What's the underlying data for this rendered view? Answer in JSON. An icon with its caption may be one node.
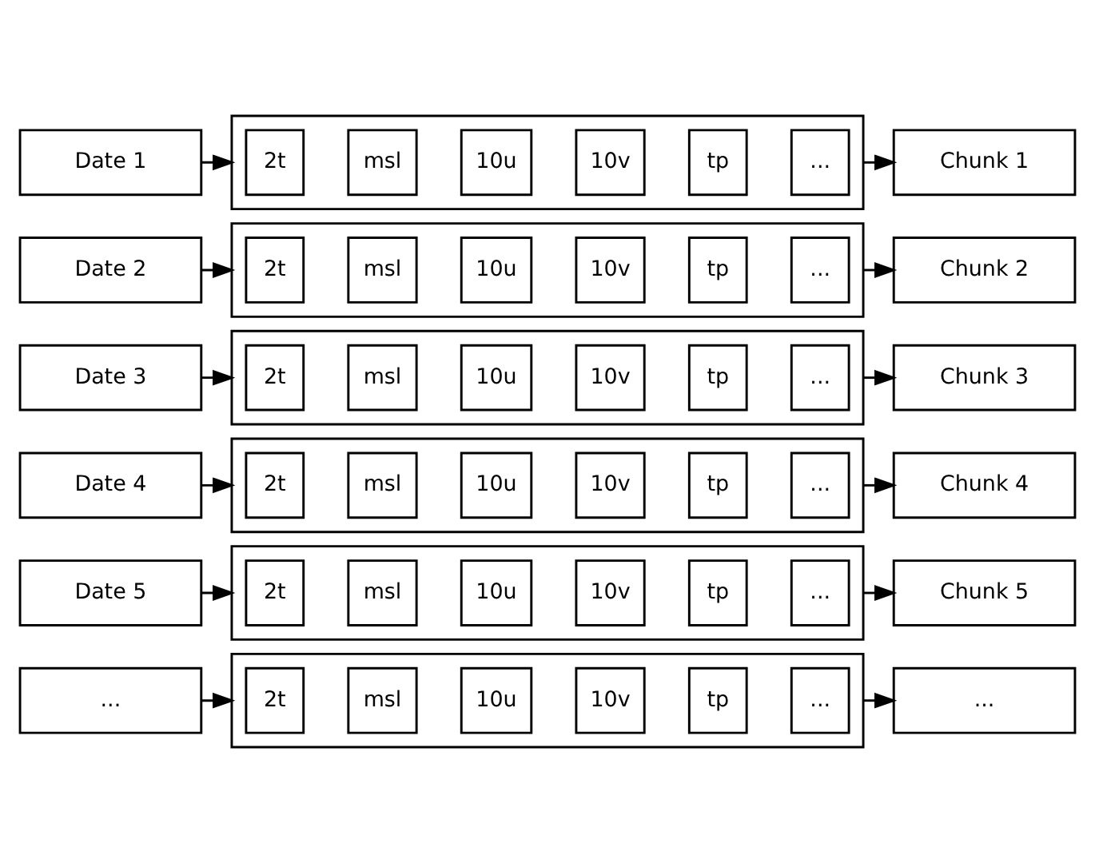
{
  "diagram": {
    "nodes": [
      {
        "text": [
          "Date 1"
        ]
      },
      {
        "text": [],
        "shape": "box"
      },
      {
        "text": [
          "2t"
        ],
        "in": 1
      },
      {
        "text": [
          "msl"
        ],
        "in": 1
      },
      {
        "text": [
          "10u"
        ],
        "in": 1
      },
      {
        "text": [
          "10v"
        ],
        "in": 1
      },
      {
        "text": [
          "tp"
        ],
        "in": 1
      },
      {
        "text": [
          "..."
        ],
        "in": 1
      },
      {
        "text": [
          "Chunk 1"
        ]
      },
      {
        "text": [
          "Date 2"
        ]
      },
      {
        "text": [],
        "shape": "box"
      },
      {
        "text": [
          "2t"
        ],
        "in": 10
      },
      {
        "text": [
          "msl"
        ],
        "in": 10
      },
      {
        "text": [
          "10u"
        ],
        "in": 10
      },
      {
        "text": [
          "10v"
        ],
        "in": 10
      },
      {
        "text": [
          "tp"
        ],
        "in": 10
      },
      {
        "text": [
          "..."
        ],
        "in": 10
      },
      {
        "text": [
          "Chunk 2"
        ]
      },
      {
        "text": [
          "Date 3"
        ]
      },
      {
        "text": [],
        "shape": "box"
      },
      {
        "text": [
          "2t"
        ],
        "in": 19
      },
      {
        "text": [
          "msl"
        ],
        "in": 19
      },
      {
        "text": [
          "10u"
        ],
        "in": 19
      },
      {
        "text": [
          "10v"
        ],
        "in": 19
      },
      {
        "text": [
          "tp"
        ],
        "in": 19
      },
      {
        "text": [
          "..."
        ],
        "in": 19
      },
      {
        "text": [
          "Chunk 3"
        ]
      },
      {
        "text": [
          "Date 4"
        ]
      },
      {
        "text": [],
        "shape": "box"
      },
      {
        "text": [
          "2t"
        ],
        "in": 28
      },
      {
        "text": [
          "msl"
        ],
        "in": 28
      },
      {
        "text": [
          "10u"
        ],
        "in": 28
      },
      {
        "text": [
          "10v"
        ],
        "in": 28
      },
      {
        "text": [
          "tp"
        ],
        "in": 28
      },
      {
        "text": [
          "..."
        ],
        "in": 28
      },
      {
        "text": [
          "Chunk 4"
        ]
      },
      {
        "text": [
          "Date 5"
        ]
      },
      {
        "text": [],
        "shape": "box"
      },
      {
        "text": [
          "2t"
        ],
        "in": 37
      },
      {
        "text": [
          "msl"
        ],
        "in": 37
      },
      {
        "text": [
          "10u"
        ],
        "in": 37
      },
      {
        "text": [
          "10v"
        ],
        "in": 37
      },
      {
        "text": [
          "tp"
        ],
        "in": 37
      },
      {
        "text": [
          "..."
        ],
        "in": 37
      },
      {
        "text": [
          "Chunk 5"
        ]
      },
      {
        "text": [
          "..."
        ]
      },
      {
        "text": [],
        "shape": "box"
      },
      {
        "text": [
          "2t"
        ],
        "in": 46
      },
      {
        "text": [
          "msl"
        ],
        "in": 46
      },
      {
        "text": [
          "10u"
        ],
        "in": 46
      },
      {
        "text": [
          "10v"
        ],
        "in": 46
      },
      {
        "text": [
          "tp"
        ],
        "in": 46
      },
      {
        "text": [
          "..."
        ],
        "in": 46
      },
      {
        "text": [
          "..."
        ]
      }
    ],
    "edges": [
      {
        "from": 0,
        "to": 1,
        "arrow": "to"
      },
      {
        "from": 1,
        "to": 8,
        "arrow": "to"
      },
      {
        "from": 9,
        "to": 10,
        "arrow": "to"
      },
      {
        "from": 10,
        "to": 17,
        "arrow": "to"
      },
      {
        "from": 18,
        "to": 19,
        "arrow": "to"
      },
      {
        "from": 19,
        "to": 26,
        "arrow": "to"
      },
      {
        "from": 27,
        "to": 28,
        "arrow": "to"
      },
      {
        "from": 28,
        "to": 35,
        "arrow": "to"
      },
      {
        "from": 36,
        "to": 37,
        "arrow": "to"
      },
      {
        "from": 37,
        "to": 44,
        "arrow": "to"
      },
      {
        "from": 45,
        "to": 46,
        "arrow": "to"
      },
      {
        "from": 46,
        "to": 53,
        "arrow": "to"
      }
    ]
  }
}
